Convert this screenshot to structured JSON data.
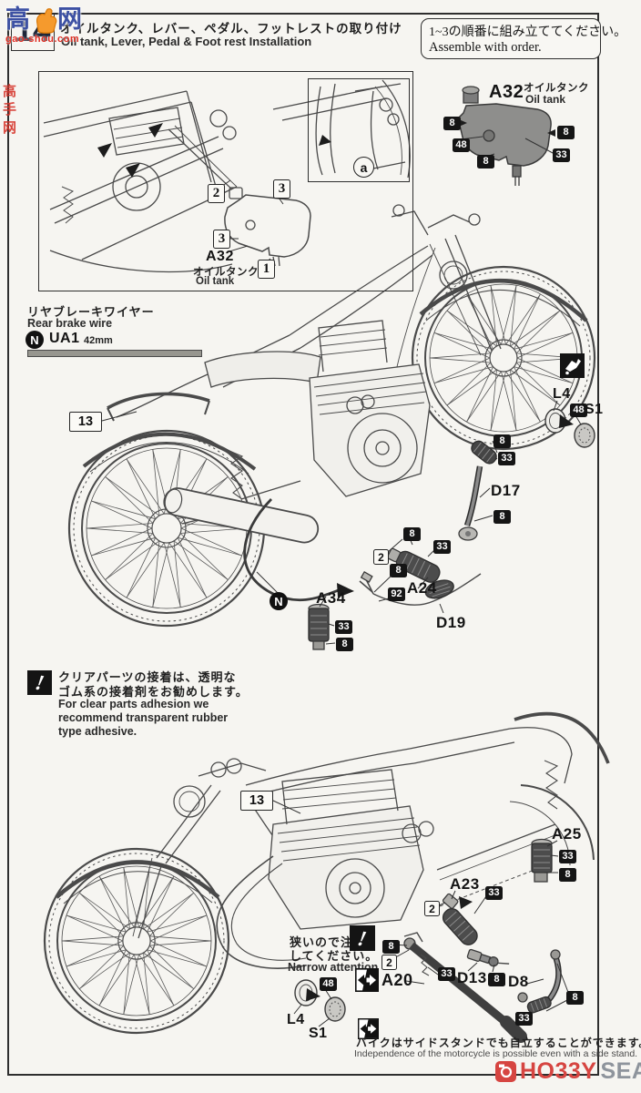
{
  "header": {
    "step": "14",
    "title_jp": "オイルタンク、レバー、ペダル、フットレストの取り付け",
    "title_en": "Oil tank, Lever, Pedal & Foot rest Installation"
  },
  "order_note": {
    "jp": "1~3の順番に組み立ててください。",
    "en": "Assemble with order."
  },
  "watermarks": {
    "gao_left": "高",
    "gao_right": "网",
    "gao_url": "gao-shou.com",
    "side_vertical": "高手网",
    "shop_word1": "HO33Y",
    "shop_word2": "SEARCH"
  },
  "icons": {
    "excl": "!"
  },
  "inset": {
    "step1": "1",
    "step2": "2",
    "step3a": "3",
    "step3b": "3",
    "detail_ref": "a",
    "part": "A32",
    "part_jp": "オイルタンク",
    "part_en": "Oil tank"
  },
  "tank_panel": {
    "part": "A32",
    "jp": "オイルタンク",
    "en": "Oil tank",
    "paint_left": "8",
    "paint_48": "48",
    "paint_bottom": "8",
    "paint_right": "8",
    "paint_33": "33"
  },
  "wire_note": {
    "jp": "リヤブレーキワイヤー",
    "en": "Rear brake wire",
    "badge": "N",
    "code": "UA1",
    "len": "42mm"
  },
  "upper": {
    "ref": "13",
    "n": "N",
    "l4": "L4",
    "s1": "S1",
    "lens_paint": "48",
    "d17": "D17",
    "d17_8a": "8",
    "d17_33": "33",
    "d17_8b": "8",
    "a34": "A34",
    "a34_33": "33",
    "a34_8": "8",
    "a24": "A24",
    "a24_order": "2",
    "a24_8a": "8",
    "a24_33": "33",
    "a24_8b": "8",
    "a24_92": "92",
    "d19": "D19"
  },
  "clear_note": {
    "jp1": "クリアパーツの接着は、透明な",
    "jp2": "ゴム系の接着剤をお勧めします。",
    "en1": "For clear parts adhesion we",
    "en2": "recommend transparent rubber",
    "en3": "type adhesive."
  },
  "lower": {
    "ref": "13",
    "a25": "A25",
    "a25_33": "33",
    "a25_8": "8",
    "a23": "A23",
    "a23_order": "2",
    "a23_33": "33",
    "narrow_jp1": "狭いので注意",
    "narrow_jp2": "してください。",
    "narrow_en": "Narrow attention",
    "a20": "A20",
    "a20_8": "8",
    "a20_order": "2",
    "a20_33": "33",
    "d13": "D13",
    "d13_8": "8",
    "d8": "D8",
    "d8_8": "8",
    "d8_33": "33",
    "l4": "L4",
    "s1": "S1",
    "lens_paint": "48"
  },
  "stand_note": {
    "jp": "バイクはサイドスタンドでも自立することができます。",
    "en": "Independence of the motorcycle is possible even with a side stand."
  }
}
